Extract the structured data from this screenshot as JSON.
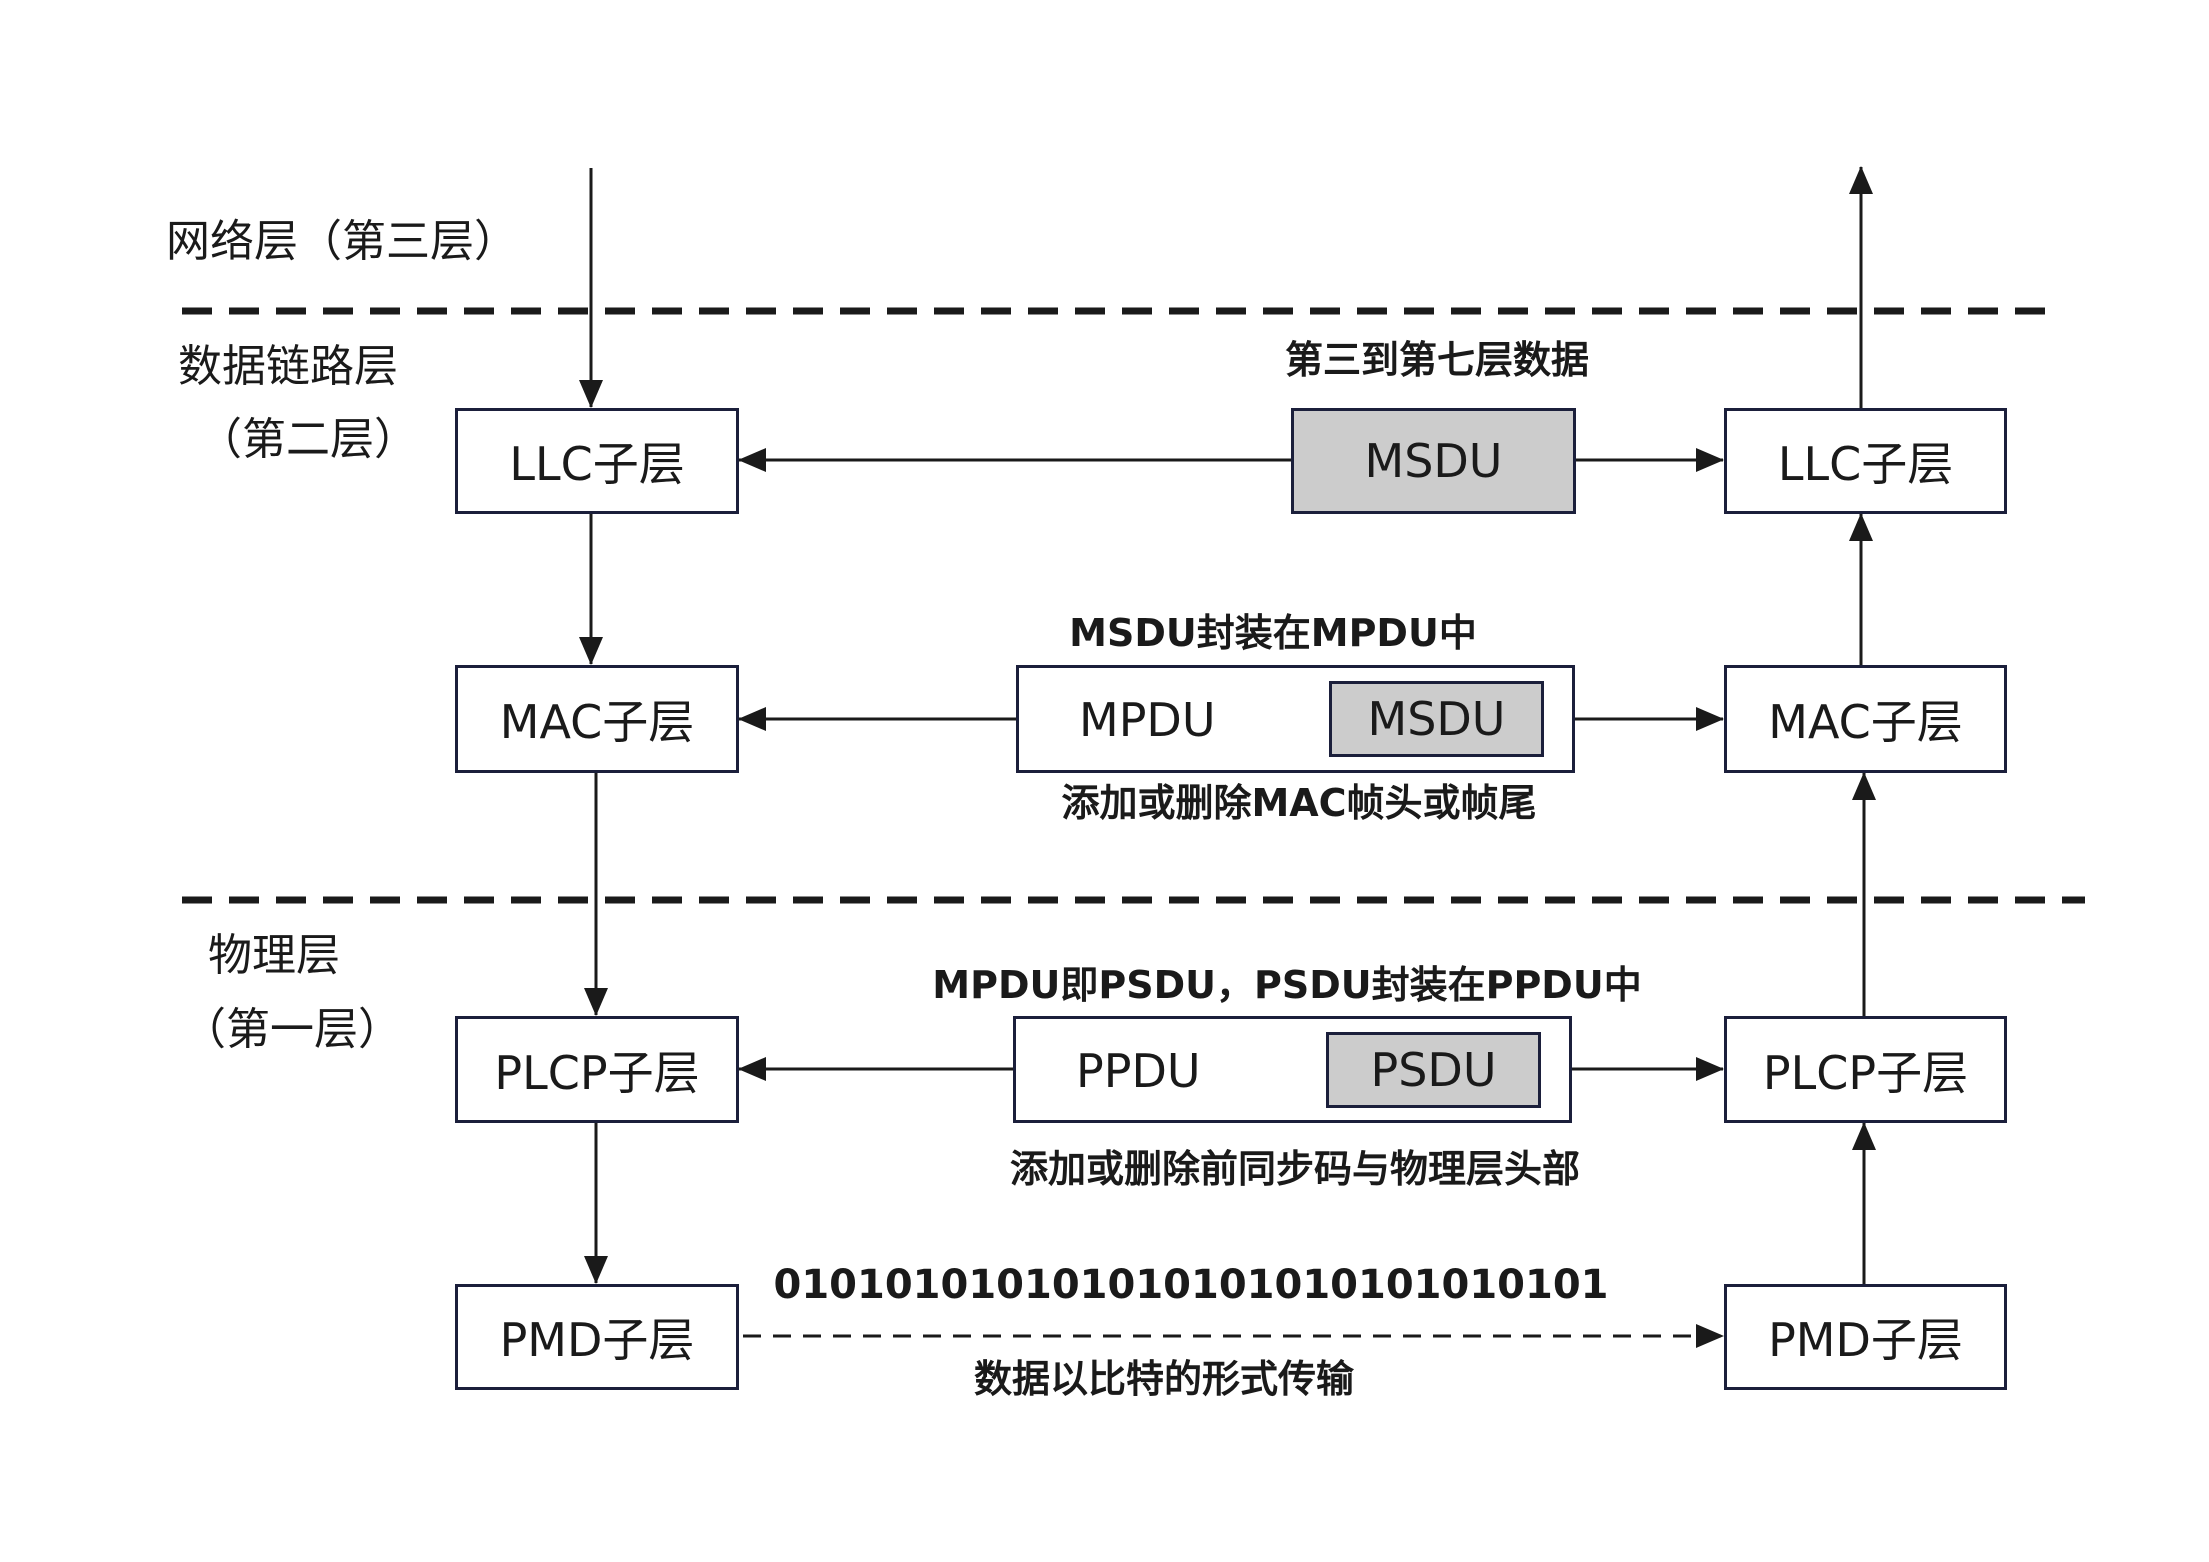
{
  "layers": {
    "network": "网络层（第三层）",
    "datalink_line1": "数据链路层",
    "datalink_line2": "（第二层）",
    "physical_line1": "物理层",
    "physical_line2": "（第一层）"
  },
  "sublayers": {
    "llc": "LLC子层",
    "mac": "MAC子层",
    "plcp": "PLCP子层",
    "pmd": "PMD子层"
  },
  "frames": {
    "msdu": "MSDU",
    "mpdu": "MPDU",
    "mpdu_inner": "MSDU",
    "ppdu": "PPDU",
    "ppdu_inner": "PSDU"
  },
  "notes": {
    "msdu_top": "第三到第七层数据",
    "mpdu_top": "MSDU封装在MPDU中",
    "mpdu_bottom": "添加或删除MAC帧头或帧尾",
    "ppdu_top": "MPDU即PSDU，PSDU封装在PPDU中",
    "ppdu_bottom": "添加或删除前同步码与物理层头部",
    "bits": "010101010101010101010101010101",
    "bits_bottom": "数据以比特的形式传输"
  },
  "colors": {
    "border": "#1b1f3b",
    "gray_fill": "#cccccc",
    "line": "#1a1a1a"
  }
}
